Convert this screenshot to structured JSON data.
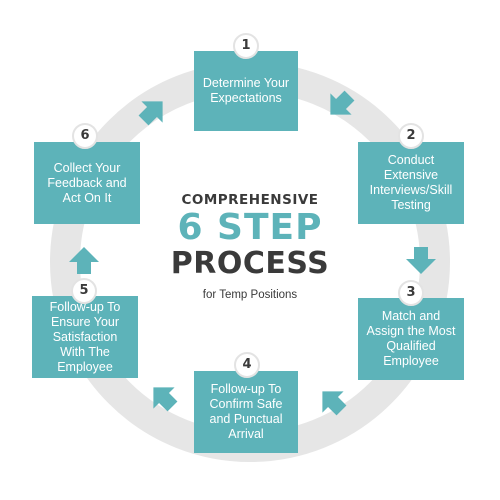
{
  "title": {
    "line1": "COMPREHENSIVE",
    "line2": "6 STEP",
    "line3": "PROCESS",
    "subtitle": "for Temp Positions"
  },
  "colors": {
    "teal": "#5db3b9",
    "ring": "#e6e6e6",
    "dark_text": "#3a3a3a"
  },
  "steps": [
    {
      "number": "1",
      "text": "Determine Your Expectations"
    },
    {
      "number": "2",
      "text": "Conduct Extensive Interviews/Skill Testing"
    },
    {
      "number": "3",
      "text": "Match and Assign the Most Qualified Employee"
    },
    {
      "number": "4",
      "text": "Follow-up To Confirm Safe and Punctual Arrival"
    },
    {
      "number": "5",
      "text": "Follow-up To Ensure Your Satisfaction With The Employee"
    },
    {
      "number": "6",
      "text": "Collect Your Feedback and Act On It"
    }
  ],
  "arrows": [
    {
      "name": "arrow-icon",
      "direction": "down-right"
    },
    {
      "name": "arrow-icon",
      "direction": "down"
    },
    {
      "name": "arrow-icon",
      "direction": "down-left"
    },
    {
      "name": "arrow-icon",
      "direction": "up-left"
    },
    {
      "name": "arrow-icon",
      "direction": "up"
    },
    {
      "name": "arrow-icon",
      "direction": "up-right"
    }
  ]
}
